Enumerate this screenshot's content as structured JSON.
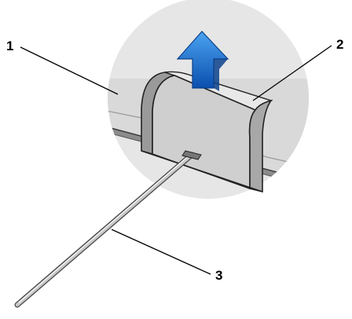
{
  "callouts": [
    {
      "number": "1",
      "part": "base"
    },
    {
      "number": "2",
      "part": "cover"
    },
    {
      "number": "3",
      "part": "scribe"
    }
  ],
  "icons": {
    "arrow": "arrow-up-icon"
  },
  "colors": {
    "circle": "#e6e6e6",
    "part_light": "#d4d4d4",
    "part_mid": "#bdbdbd",
    "part_dark": "#8f8f8f",
    "arrow": "#1d5fb8",
    "outline": "#222222"
  }
}
